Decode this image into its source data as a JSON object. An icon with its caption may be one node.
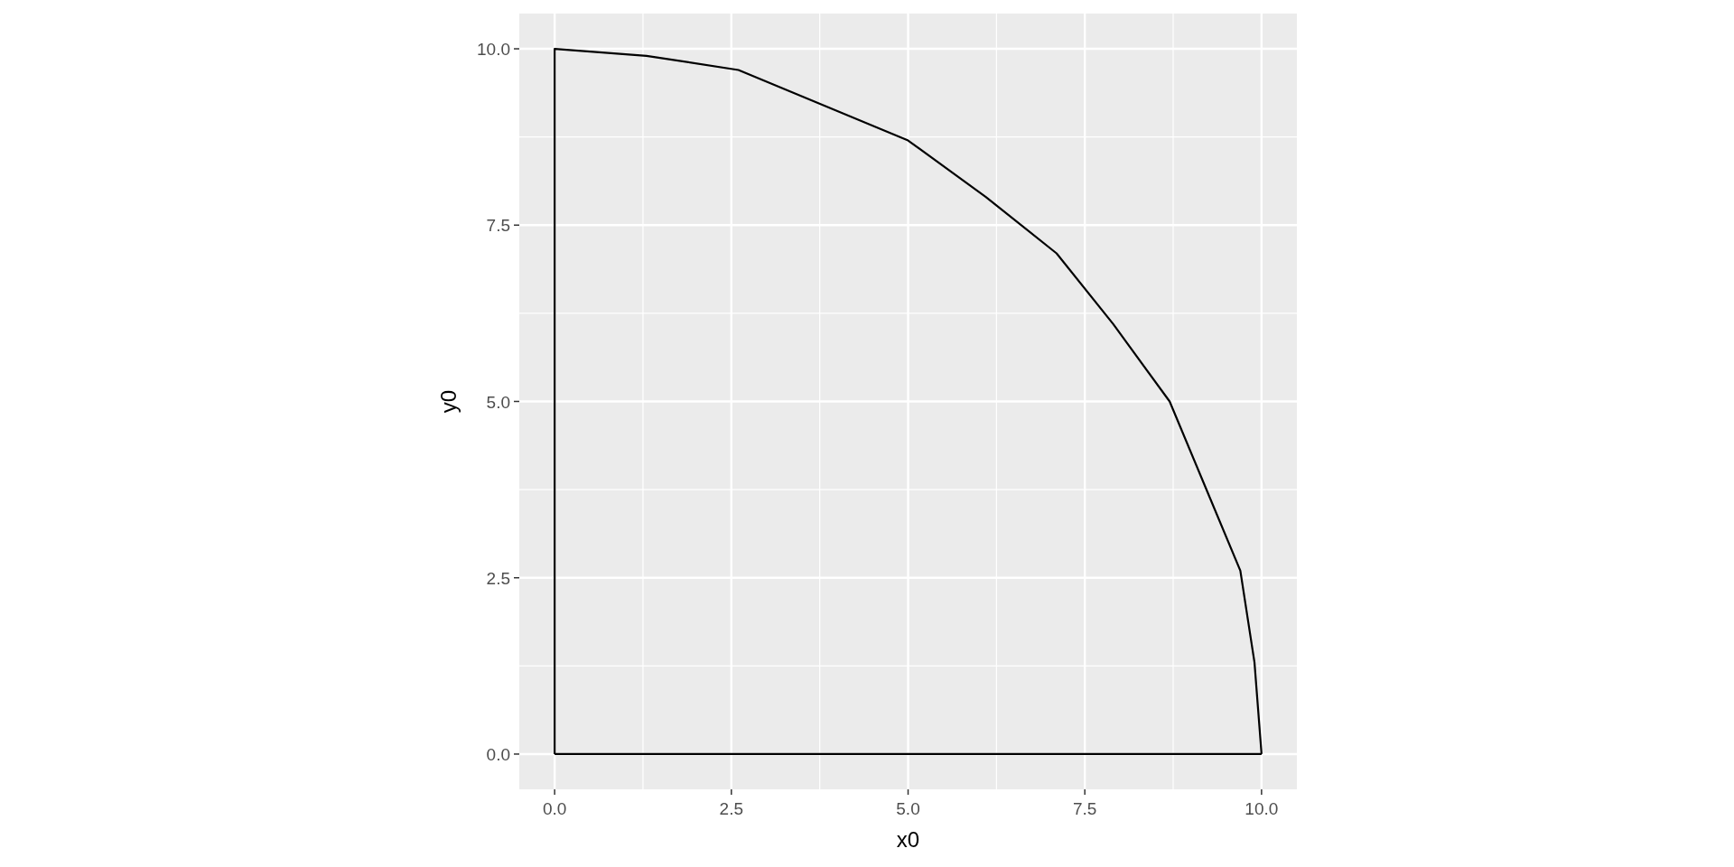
{
  "diagram": {
    "chart_data": {
      "type": "line",
      "xlabel": "x0",
      "ylabel": "y0",
      "grid": true,
      "x": [
        0,
        0,
        1.3,
        2.6,
        3.8,
        5,
        6.1,
        7.1,
        7.9,
        8.7,
        9.2,
        9.7,
        9.9,
        10
      ],
      "series": [
        {
          "color": "#000000",
          "values": [
            0,
            10,
            9.9,
            9.7,
            9.2,
            8.7,
            7.9,
            7.1,
            6.1,
            5,
            3.8,
            2.6,
            1.3,
            0
          ]
        },
        {
          "color": "#000000",
          "values": [
            0,
            0,
            0,
            0,
            0,
            0,
            0,
            0,
            0,
            0,
            0,
            0,
            0,
            0
          ]
        }
      ],
      "xlim": [
        -0.5,
        10.5
      ],
      "ylim": [
        -0.5,
        10.5
      ],
      "xticks": [
        {
          "value": 0,
          "label": "0.0"
        },
        {
          "value": 2.5,
          "label": "2.5"
        },
        {
          "value": 5,
          "label": "5.0"
        },
        {
          "value": 7.5,
          "label": "7.5"
        },
        {
          "value": 10,
          "label": "10.0"
        }
      ],
      "yticks": [
        {
          "value": 0,
          "label": "0.0"
        },
        {
          "value": 2.5,
          "label": "2.5"
        },
        {
          "value": 5,
          "label": "5.0"
        },
        {
          "value": 7.5,
          "label": "7.5"
        },
        {
          "value": 10,
          "label": "10.0"
        }
      ]
    }
  }
}
